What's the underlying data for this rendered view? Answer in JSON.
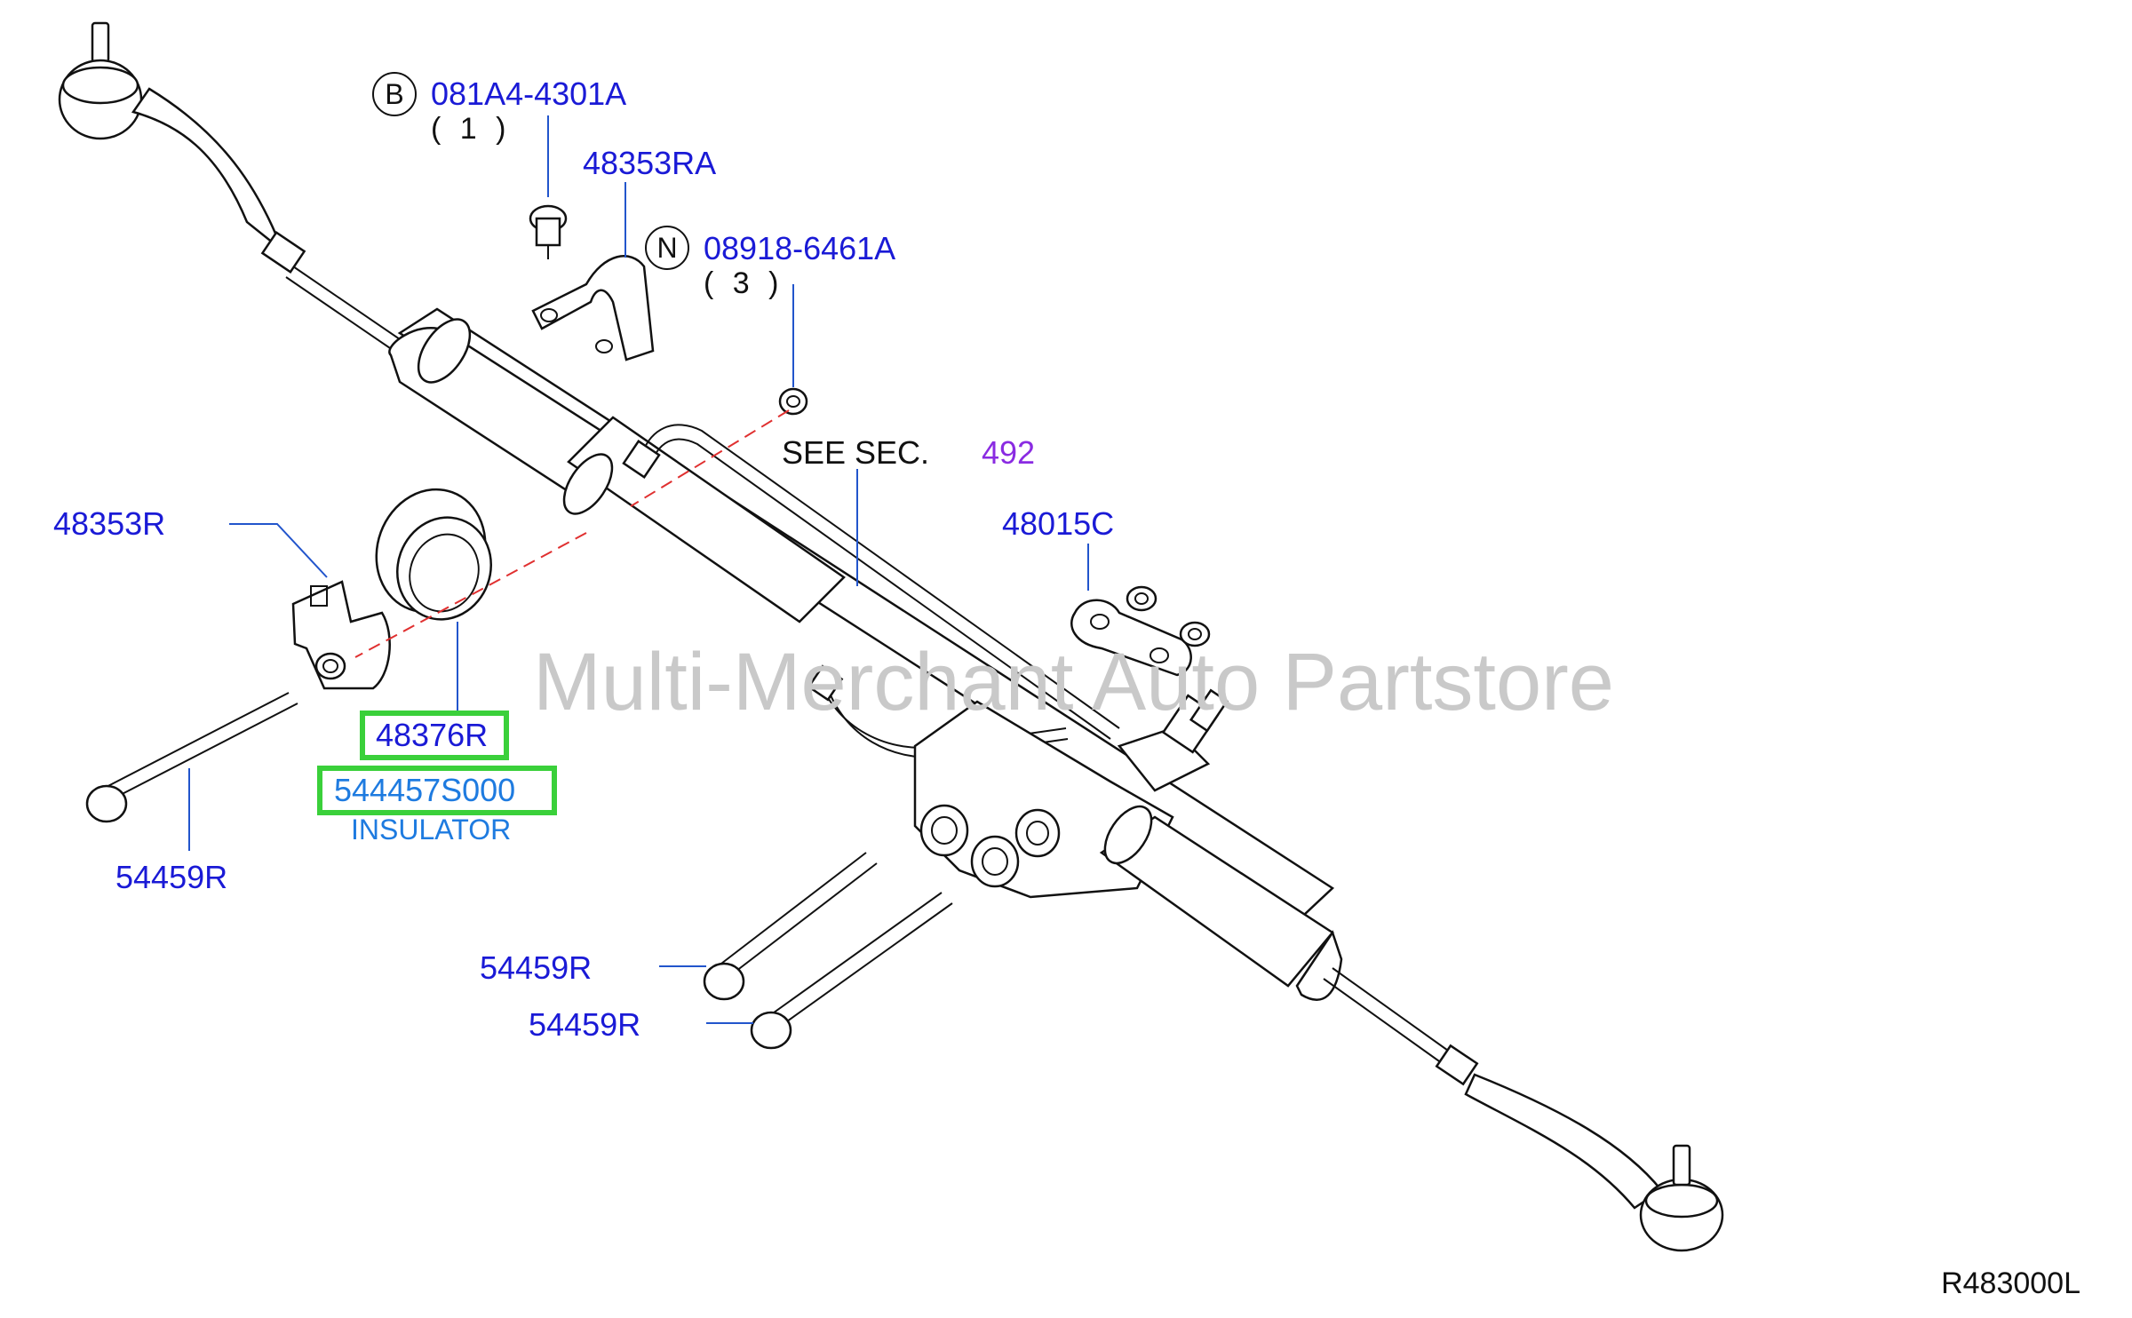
{
  "labels": {
    "bolt_b_part": "081A4-4301A",
    "bolt_b_marker": "B",
    "bolt_b_qty": "( 1 )",
    "clamp_part": "48353RA",
    "nut_n_marker": "N",
    "nut_n_part": "08918-6461A",
    "nut_n_qty": "( 3 )",
    "see_sec_text": "SEE  SEC.",
    "see_sec_number": "492",
    "clamp_left_part": "48353R",
    "bracket_part": "48015C",
    "insulator_part": "48376R",
    "insulator_alt_part": "544457S000",
    "insulator_name": "INSULATOR",
    "bolt_left_part": "54459R",
    "bolt_mid_part_1": "54459R",
    "bolt_mid_part_2": "54459R",
    "figure_ref": "R483000L"
  },
  "watermark": "Multi-Merchant Auto Partstore",
  "colors": {
    "part_number": "#1a1ad6",
    "highlight": "#3ad03a",
    "link": "#8a2be2",
    "insulator_name": "#1e7be0",
    "watermark": "#c9c9c9",
    "drawing": "#111111"
  }
}
